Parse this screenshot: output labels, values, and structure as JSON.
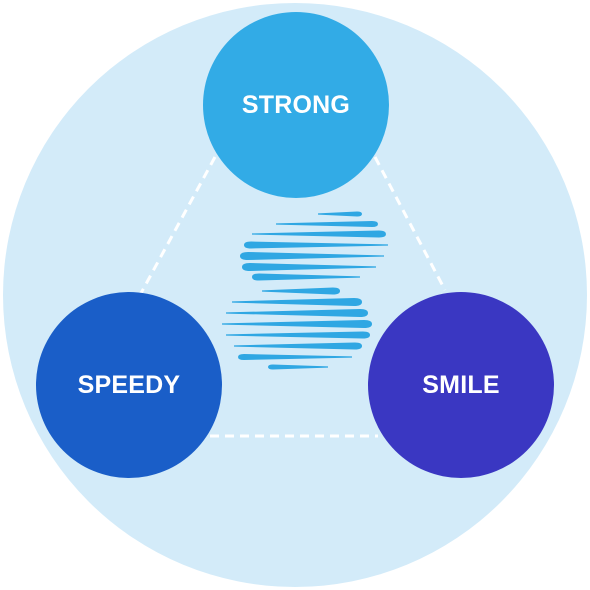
{
  "diagram": {
    "colors": {
      "background_circle": "#d3ebf9",
      "connector": "#ffffff",
      "label_text": "#ffffff",
      "logo": "#2fa7e3"
    },
    "nodes": [
      {
        "id": "strong",
        "label": "STRONG",
        "color": "#32abe6"
      },
      {
        "id": "speedy",
        "label": "SPEEDY",
        "color": "#1a5ec8"
      },
      {
        "id": "smile",
        "label": "SMILE",
        "color": "#3a37c2"
      }
    ],
    "logo": {
      "icon": "striped-s-globe-icon"
    }
  }
}
